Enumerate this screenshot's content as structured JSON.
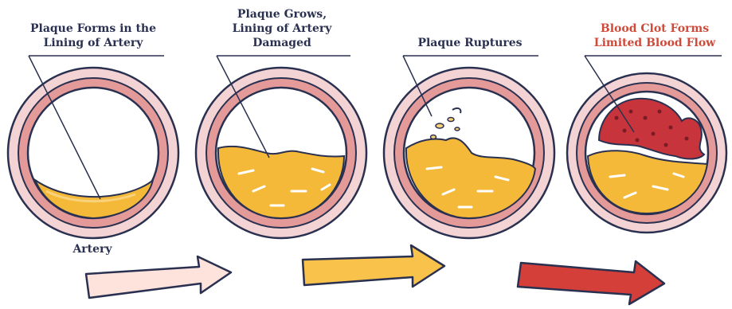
{
  "stages": [
    {
      "lines": [
        "Plaque Forms in the",
        "Lining of Artery"
      ]
    },
    {
      "lines": [
        "Plaque Grows,",
        "Lining of Artery",
        "Damaged"
      ]
    },
    {
      "lines": [
        "Plaque Ruptures"
      ]
    },
    {
      "lines": [
        "Blood Clot Forms",
        "Limited Blood Flow"
      ]
    }
  ],
  "artery_label": "Artery",
  "colors": {
    "outline": "#2a3150",
    "wall_outer": "#f3d3d3",
    "wall": "#e59a9a",
    "lumen": "#ffffff",
    "plaque": "#f5b93a",
    "plaque_light": "#f8d27a",
    "clot": "#c7343c",
    "alert_text": "#d04a3a",
    "arrow_1": "#fde3dc",
    "arrow_2": "#f9c24a",
    "arrow_3": "#d43f3a"
  }
}
